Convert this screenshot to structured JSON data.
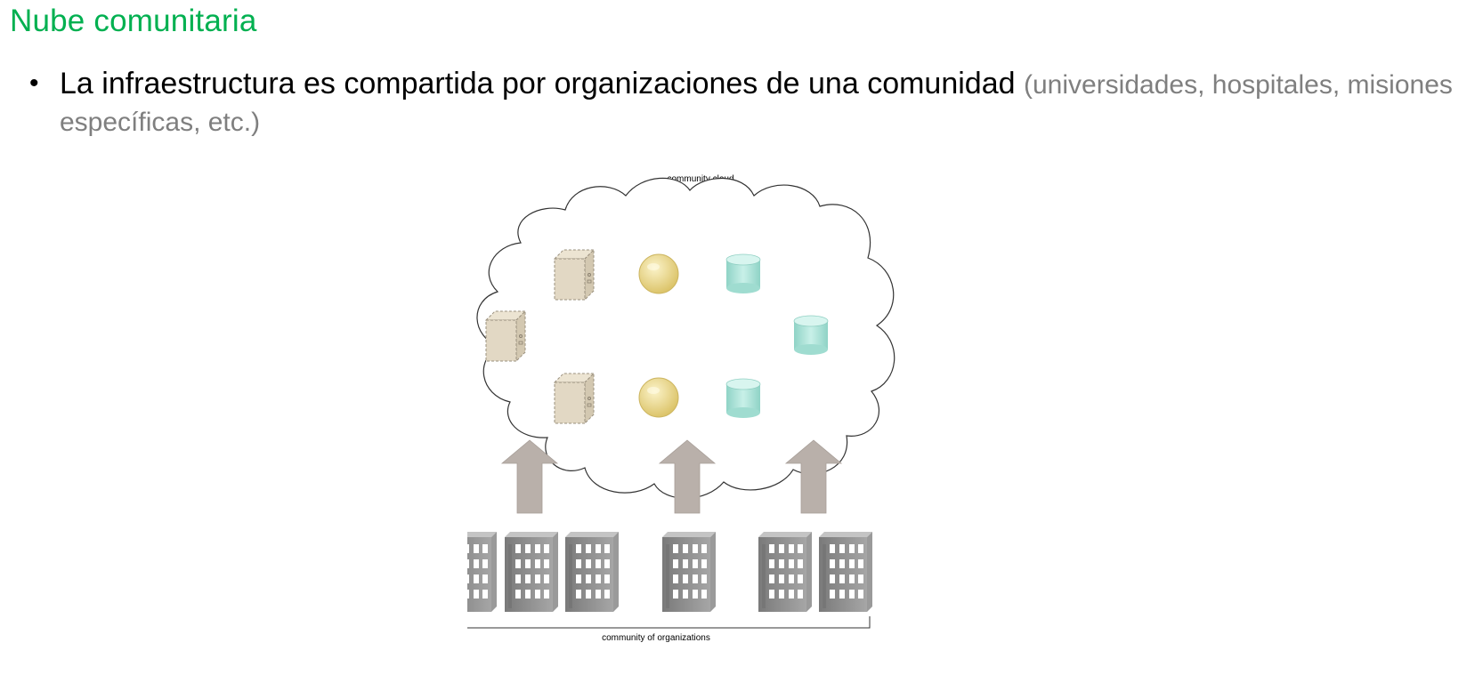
{
  "slide": {
    "title": "Nube comunitaria",
    "bullet": {
      "main": "La infraestructura es compartida por organizaciones de una comunidad",
      "aside": "(universidades, hospitales, misiones específicas, etc.)"
    }
  },
  "diagram": {
    "cloud_label": "community cloud",
    "organizations_label": "community of organizations",
    "colors": {
      "server": "#e2d8c4",
      "sphere": "#ecd98a",
      "database": "#a9e3d8",
      "arrow": "#b9b0aa",
      "building": "#8e8e8e"
    },
    "icons": [
      "server-icon",
      "sphere-icon",
      "database-icon",
      "arrow-up-icon",
      "building-icon"
    ]
  }
}
